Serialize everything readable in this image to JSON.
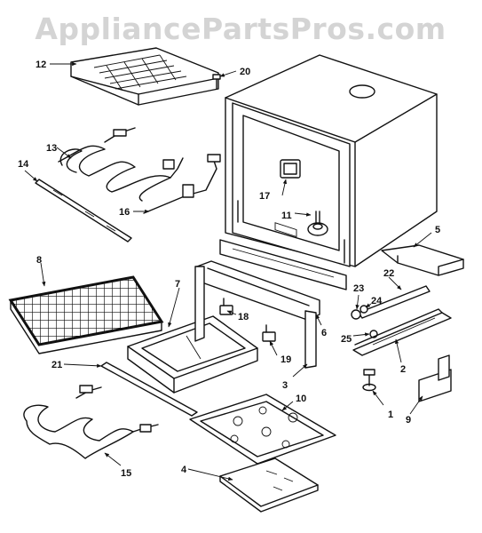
{
  "watermark": "AppliancePartsPros.com",
  "callouts": {
    "c1": "1",
    "c2": "2",
    "c3": "3",
    "c4": "4",
    "c5": "5",
    "c6": "6",
    "c7": "7",
    "c8": "8",
    "c9": "9",
    "c10": "10",
    "c11": "11",
    "c12": "12",
    "c13": "13",
    "c14": "14",
    "c15": "15",
    "c16": "16",
    "c17": "17",
    "c18": "18",
    "c19": "19",
    "c20": "20",
    "c21": "21",
    "c22": "22",
    "c23": "23",
    "c24": "24",
    "c25": "25"
  }
}
